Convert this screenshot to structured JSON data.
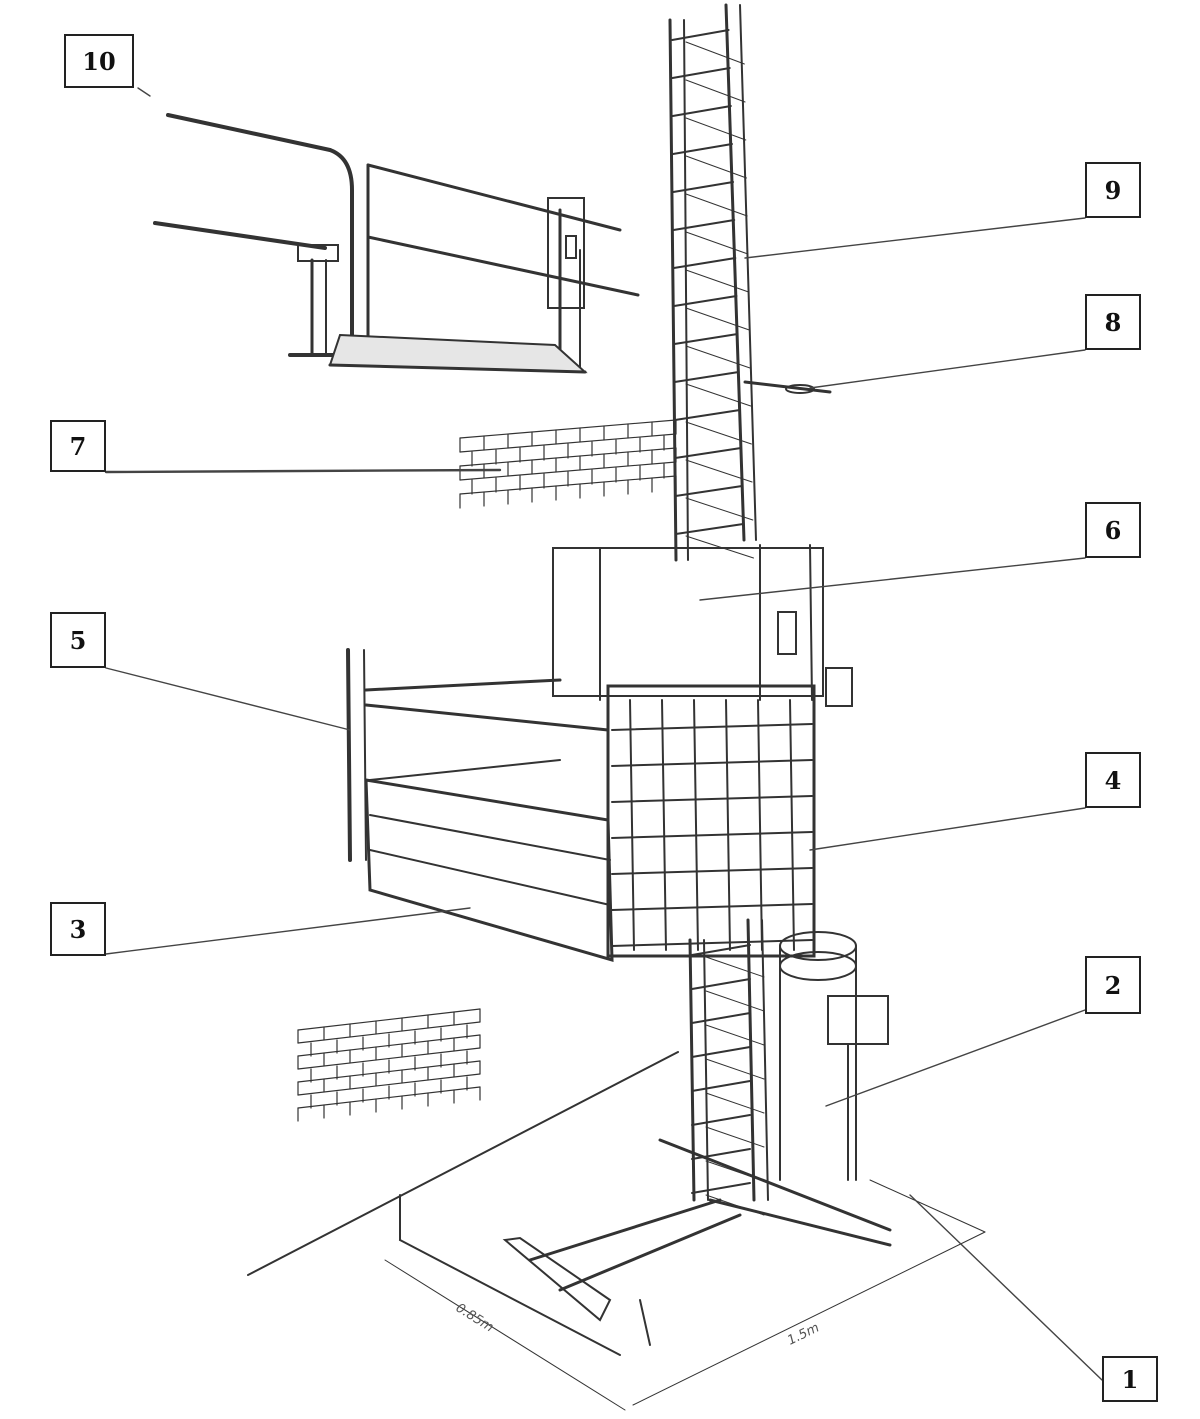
{
  "callouts": [
    {
      "id": "1",
      "label": "1"
    },
    {
      "id": "2",
      "label": "2"
    },
    {
      "id": "3",
      "label": "3"
    },
    {
      "id": "4",
      "label": "4"
    },
    {
      "id": "5",
      "label": "5"
    },
    {
      "id": "6",
      "label": "6"
    },
    {
      "id": "7",
      "label": "7"
    },
    {
      "id": "8",
      "label": "8"
    },
    {
      "id": "9",
      "label": "9"
    },
    {
      "id": "10",
      "label": "10"
    }
  ],
  "dimensions": {
    "base_length": "1.5m",
    "base_width": "0.85m"
  },
  "colors": {
    "line": "#333333",
    "box_border": "#222222",
    "background": "#ffffff"
  }
}
